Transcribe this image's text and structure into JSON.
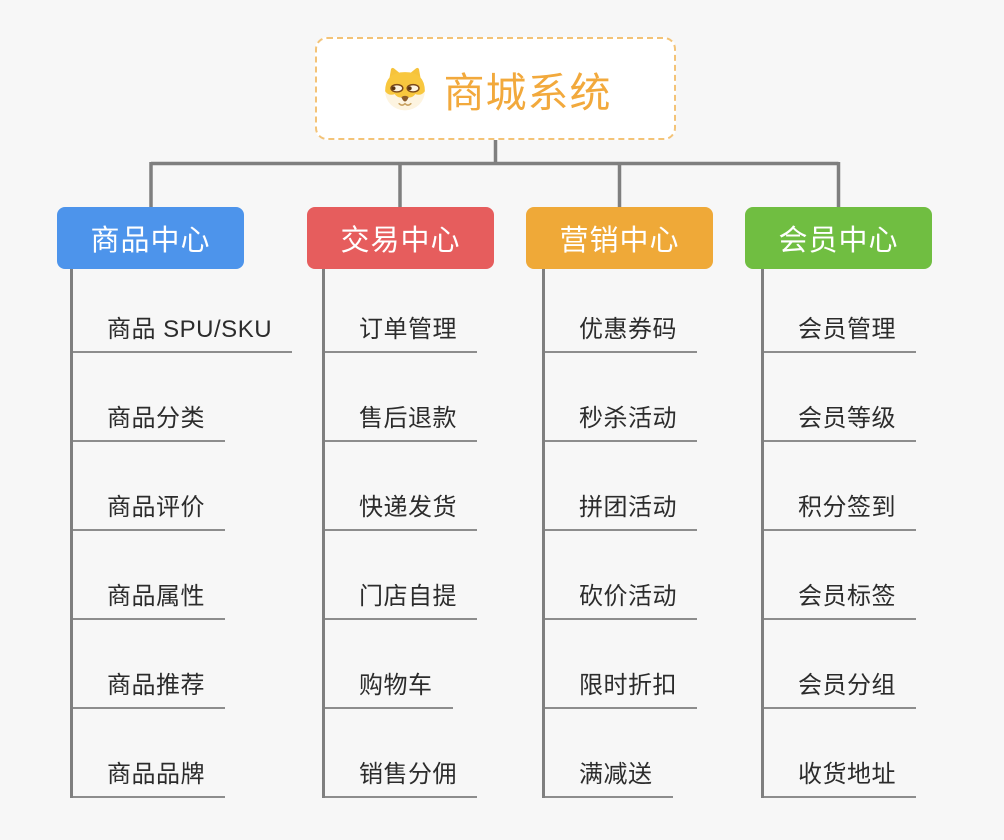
{
  "root": {
    "title": "商城系统",
    "icon": "shiba-dog-icon"
  },
  "branches": [
    {
      "label": "商品中心",
      "color": "#4D94EB",
      "items": [
        "商品 SPU/SKU",
        "商品分类",
        "商品评价",
        "商品属性",
        "商品推荐",
        "商品品牌"
      ]
    },
    {
      "label": "交易中心",
      "color": "#E65D5D",
      "items": [
        "订单管理",
        "售后退款",
        "快递发货",
        "门店自提",
        "购物车",
        "销售分佣"
      ]
    },
    {
      "label": "营销中心",
      "color": "#EFA938",
      "items": [
        "优惠券码",
        "秒杀活动",
        "拼团活动",
        "砍价活动",
        "限时折扣",
        "满减送"
      ]
    },
    {
      "label": "会员中心",
      "color": "#70BE41",
      "items": [
        "会员管理",
        "会员等级",
        "积分签到",
        "会员标签",
        "会员分组",
        "收货地址"
      ]
    }
  ],
  "colors": {
    "canvas_background": "#F7F7F7",
    "connector_gray": "#7F7F7F",
    "leaf_underline": "#8D8D8D",
    "leaf_text": "#2C2C2C",
    "root_text": "#F2A93C",
    "root_border": "#F3C377"
  }
}
